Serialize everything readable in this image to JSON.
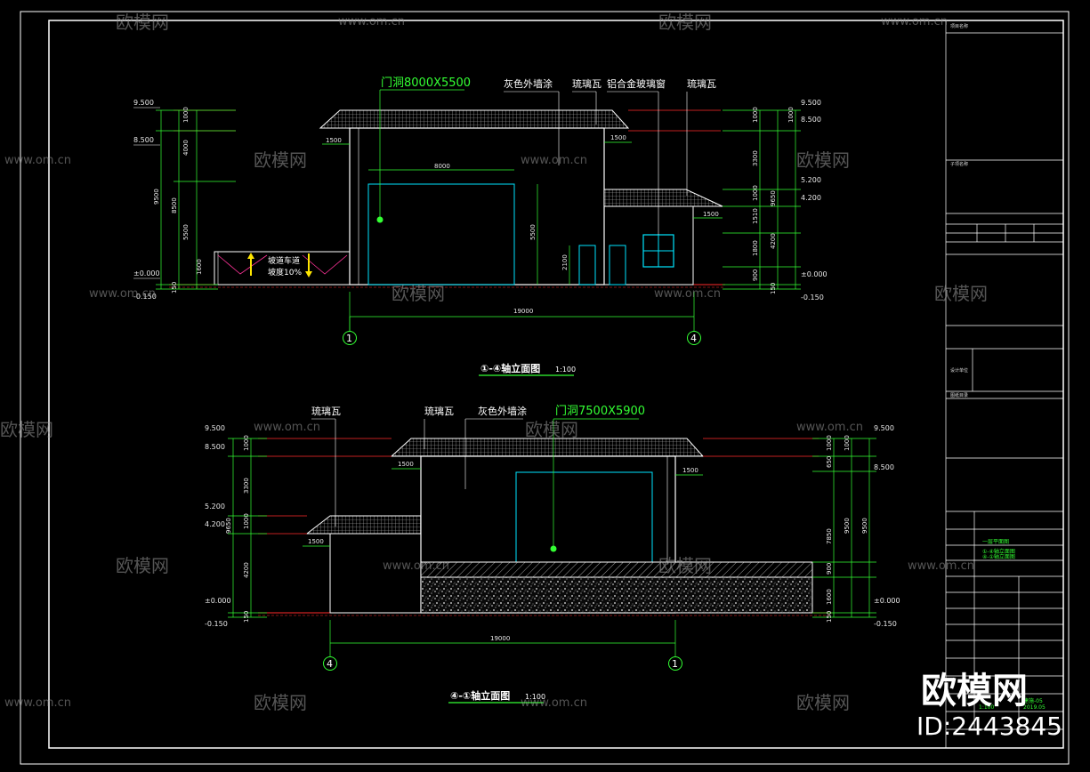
{
  "watermark": {
    "brand": "欧模网",
    "url": "www.om.cn",
    "id": "ID:2443845"
  },
  "elevation_top": {
    "title": "①-④轴立面图",
    "scale": "1:100",
    "axis_left": "1",
    "axis_right": "4",
    "notes": {
      "door": "门洞8000X5500",
      "wall": "灰色外墙涂",
      "tile1": "琉璃瓦",
      "window": "铝合金玻璃窗",
      "tile2": "琉璃瓦"
    },
    "ramp": {
      "line1": "坡道车道",
      "line2": "坡度10%"
    },
    "levels_left": [
      "9.500",
      "8.500",
      "±0.000",
      "-0.150"
    ],
    "levels_right": [
      "9.500",
      "8.500",
      "5.200",
      "4.200",
      "±0.000",
      "-0.150"
    ],
    "dims": {
      "total": "19000",
      "door_w": "8000",
      "door_h": "5500",
      "eave1": "1500",
      "eave2": "1500",
      "eave3": "1500",
      "door_small": "2100",
      "left_1000": "1000",
      "left_4000": "4000",
      "left_9500": "9500",
      "left_8500": "8500",
      "left_5500": "5500",
      "left_1600": "1600",
      "left_150": "150",
      "right_1000": "1000",
      "right_3300": "3300",
      "right_1000b": "1000",
      "right_9650": "9650",
      "right_1510": "1510",
      "right_1800": "1800",
      "right_4200": "4200",
      "right_900": "900",
      "right_150": "150"
    }
  },
  "elevation_bottom": {
    "title": "④-①轴立面图",
    "scale": "1:100",
    "axis_left": "4",
    "axis_right": "1",
    "notes": {
      "tile1": "琉璃瓦",
      "tile2": "琉璃瓦",
      "wall": "灰色外墙涂",
      "door": "门洞7500X5900"
    },
    "levels_left": [
      "9.500",
      "8.500",
      "5.200",
      "4.200",
      "±0.000",
      "-0.150"
    ],
    "levels_right": [
      "9.500",
      "8.500",
      "±0.000",
      "-0.150"
    ],
    "dims": {
      "total": "19000",
      "eave1": "1500",
      "eave2": "1500",
      "eave3": "1500",
      "left_1000": "1000",
      "left_3300": "3300",
      "left_1000b": "1000",
      "left_9650": "9650",
      "left_4200": "4200",
      "left_150": "150",
      "right_1000": "1000",
      "right_650": "650",
      "right_7850": "7850",
      "right_9500": "9500",
      "right_900": "900",
      "right_1600": "1600",
      "right_150": "150"
    }
  },
  "title_block": {
    "label1": "项目名称",
    "label2": "子项名称",
    "label3": "图纸目录",
    "label4": "设计单位",
    "item1": "①-④轴立面图",
    "item2": "④-①轴立面图",
    "item3": "一层平面图",
    "scale": "1:100",
    "date": "2019.05",
    "sheet": "建施-05"
  },
  "colors": {
    "background": "#000000",
    "line": "#ffffff",
    "dim": "#33ff33",
    "cyan": "#00e5ff",
    "red": "#ff2a2a",
    "magenta": "#ff3399",
    "yellow": "#ffe600"
  }
}
